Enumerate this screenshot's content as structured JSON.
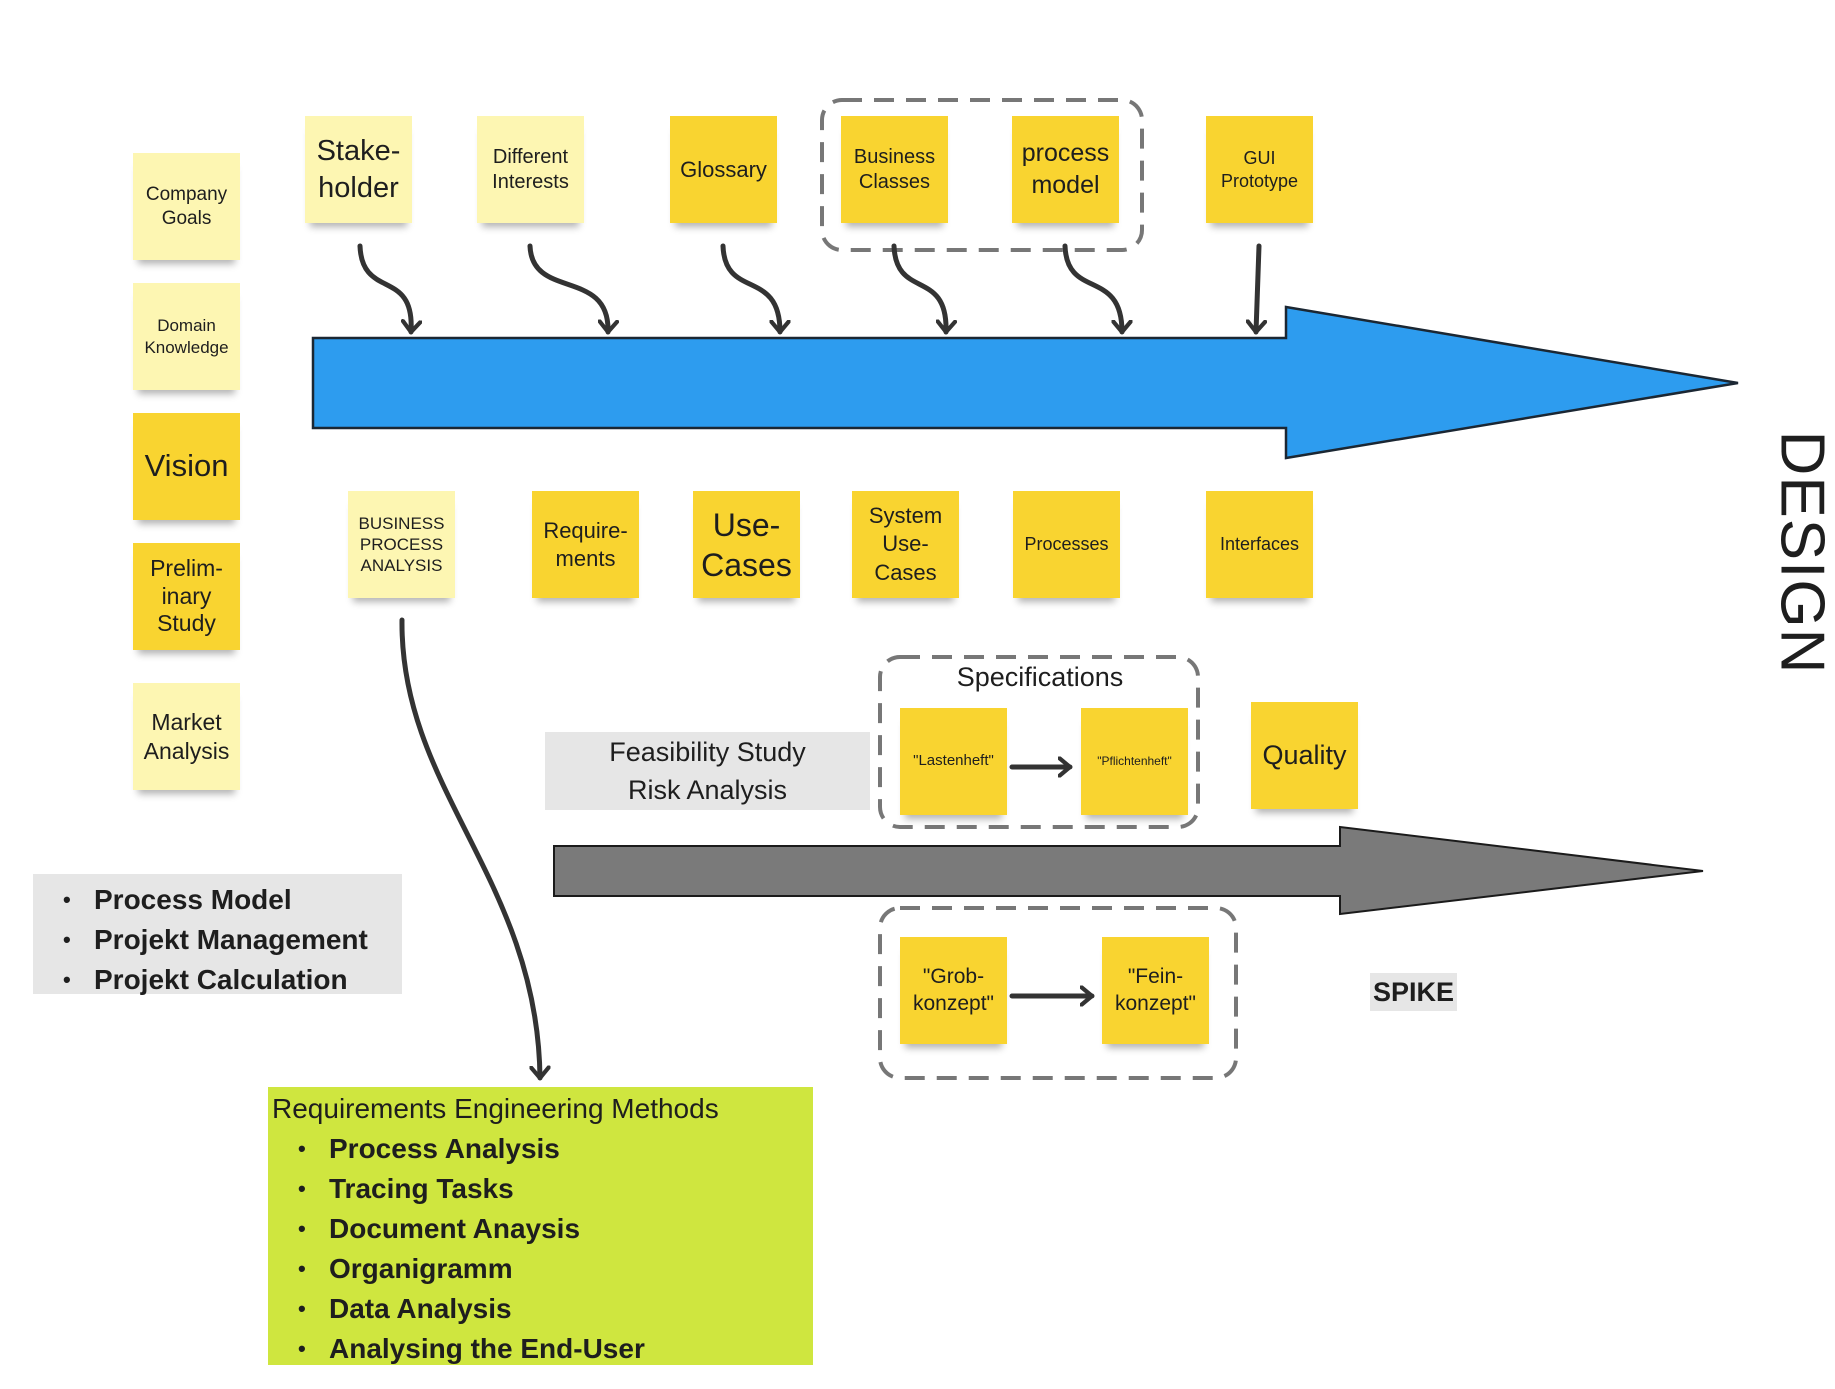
{
  "colors": {
    "pale_note": "#fdf6b2",
    "gold_note": "#f9d430",
    "main_arrow": "#2d9cef",
    "second_arrow": "#7a7a7a",
    "methods_box": "#cfe63f",
    "label_box": "#e6e6e6"
  },
  "left_notes": {
    "company_goals": "Company Goals",
    "domain_knowledge": "Domain Knowledge",
    "vision": "Vision",
    "preliminary_study": "Prelim-\ninary\nStudy",
    "market_analysis": "Market Analysis"
  },
  "top_notes": {
    "stakeholder": "Stake-\nholder",
    "different_interests": "Different Interests",
    "glossary": "Glossary",
    "business_classes": "Business Classes",
    "process_model": "process model",
    "gui_prototype": "GUI Prototype"
  },
  "bottom_notes": {
    "business_process_analysis": "BUSINESS PROCESS ANALYSIS",
    "requirements": "Require-\nments",
    "use_cases": "Use-\nCases",
    "system_use_cases": "System\nUse-\nCases",
    "processes": "Processes",
    "interfaces": "Interfaces"
  },
  "design_label": "DESIGN",
  "feasibility": {
    "line1": "Feasibility Study",
    "line2": "Risk Analysis"
  },
  "specifications": {
    "label": "Specifications",
    "lastenheft": "\"Lastenheft\"",
    "pflichtenheft": "\"Pflichtenheft\""
  },
  "quality": "Quality",
  "konzept": {
    "grob": "\"Grob-\nkonzept\"",
    "fein": "\"Fein-\nkonzept\""
  },
  "spike": "SPIKE",
  "management_list": [
    "Process Model",
    "Projekt Management",
    "Projekt Calculation"
  ],
  "methods": {
    "title": "Requirements Engineering Methods",
    "items": [
      "Process Analysis",
      "Tracing Tasks",
      "Document Anaysis",
      "Organigramm",
      "Data Analysis",
      "Analysing the End-User"
    ]
  }
}
